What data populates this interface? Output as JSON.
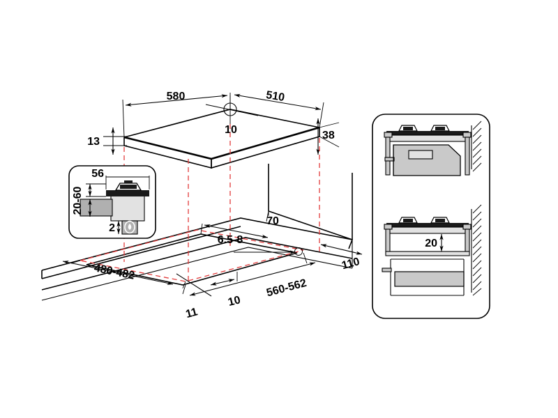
{
  "document": {
    "type": "technical-installation-drawing",
    "subject": "gas-hob-cutout-and-clearances",
    "background_color": "#ffffff",
    "line_color": "#000000",
    "projection_line_color": "#e23b3b"
  },
  "main_view": {
    "name": "hob-isometric-view",
    "dimensions": {
      "width": "580",
      "depth": "510",
      "corner_radius": "10",
      "top_rim_thickness": "13",
      "body_height": "38"
    }
  },
  "cutout_view": {
    "name": "worktop-cutout-view",
    "dimensions": {
      "cutout_width": "560-562",
      "cutout_depth": "480-482",
      "rear_clearance": "70",
      "worktop_thickness": "6.5-8",
      "corner_radius": "10",
      "front_offset": "11",
      "rear_depth": "110"
    }
  },
  "burner_inset": {
    "name": "burner-cross-section-detail",
    "dimensions": {
      "burner_width": "56",
      "mounting_range": "20-60",
      "gas_pipe": "2"
    },
    "icons": {
      "gas_flame": "flame-droplet-icon"
    }
  },
  "side_panel": {
    "name": "installation-side-views",
    "views": [
      {
        "id": "hob-over-oven",
        "label": "",
        "has_dimension": false
      },
      {
        "id": "hob-over-shelf",
        "label": "20",
        "has_dimension": true
      }
    ],
    "clearance": "20"
  },
  "labels": {
    "d580": "580",
    "d510": "510",
    "d10_top": "10",
    "d13": "13",
    "d38": "38",
    "d56": "56",
    "d2060": "20-60",
    "d2": "2",
    "d70": "70",
    "d65_8": "6.5-8",
    "d480_482": "480-482",
    "d560_562": "560-562",
    "d11": "11",
    "d10_bottom": "10",
    "d110": "110",
    "d20": "20"
  }
}
